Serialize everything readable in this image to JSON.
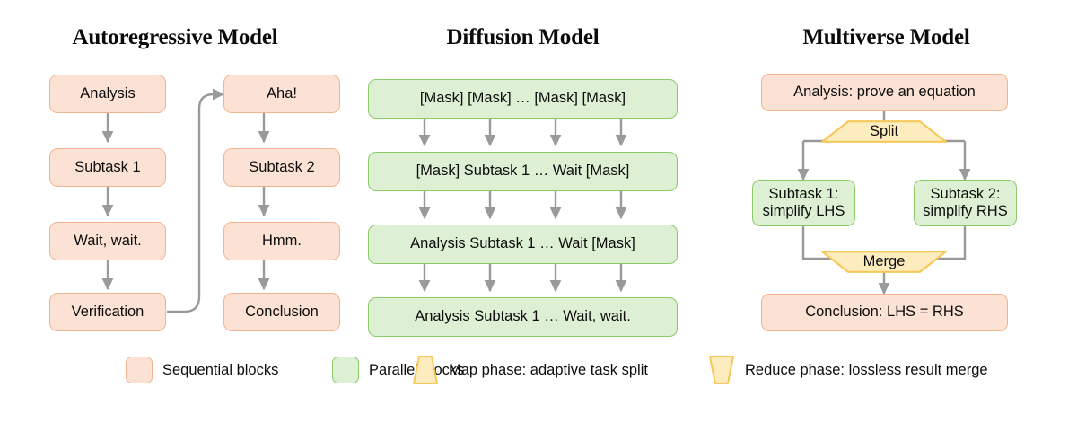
{
  "panels": [
    {
      "id": "autoregressive",
      "title": "Autoregressive Model",
      "left_chain": [
        {
          "label": "Analysis",
          "kind": "sequential"
        },
        {
          "label": "Subtask 1",
          "kind": "sequential"
        },
        {
          "label": "Wait, wait.",
          "kind": "sequential"
        },
        {
          "label": "Verification",
          "kind": "sequential"
        }
      ],
      "right_chain": [
        {
          "label": "Aha!",
          "kind": "sequential"
        },
        {
          "label": "Subtask 2",
          "kind": "sequential"
        },
        {
          "label": "Hmm.",
          "kind": "sequential"
        },
        {
          "label": "Conclusion",
          "kind": "sequential"
        }
      ]
    },
    {
      "id": "diffusion",
      "title": "Diffusion Model",
      "steps": [
        {
          "label": "[Mask]  [Mask] … [Mask]  [Mask]",
          "kind": "parallel"
        },
        {
          "label": "[Mask] Subtask 1 … Wait [Mask]",
          "kind": "parallel"
        },
        {
          "label": "Analysis Subtask 1 … Wait [Mask]",
          "kind": "parallel"
        },
        {
          "label": "Analysis Subtask 1 … Wait, wait.",
          "kind": "parallel"
        }
      ]
    },
    {
      "id": "multiverse",
      "title": "Multiverse Model",
      "root": {
        "label": "Analysis: prove an equation",
        "kind": "sequential"
      },
      "split": {
        "label": "Split",
        "kind": "map"
      },
      "branches": [
        {
          "label": "Subtask 1:\nsimplify LHS",
          "line1": "Subtask 1:",
          "line2": "simplify LHS",
          "kind": "parallel"
        },
        {
          "label": "Subtask 2:\nsimplify RHS",
          "line1": "Subtask 2:",
          "line2": "simplify RHS",
          "kind": "parallel"
        }
      ],
      "merge": {
        "label": "Merge",
        "kind": "reduce"
      },
      "result": {
        "label": "Conclusion: LHS = RHS",
        "kind": "sequential"
      }
    }
  ],
  "legend": [
    {
      "shape": "rounded-rect",
      "fill": "#FBE2D5",
      "stroke": "#F2B48C",
      "label": "Sequential blocks"
    },
    {
      "shape": "rounded-rect",
      "fill": "#DDF0D4",
      "stroke": "#8CC96A",
      "label": "Parallel blocks"
    },
    {
      "shape": "trapezoid-up",
      "fill": "#FDEDBE",
      "stroke": "#F6C85A",
      "label": "Map phase: adaptive task split"
    },
    {
      "shape": "trapezoid-down",
      "fill": "#FDEDBE",
      "stroke": "#F6C85A",
      "label": "Reduce phase: lossless result merge"
    }
  ],
  "colors": {
    "sequential_fill": "#FBE2D5",
    "sequential_stroke": "#F2B48C",
    "parallel_fill": "#DDF0D4",
    "parallel_stroke": "#8CC96A",
    "phase_fill": "#FDEDBE",
    "phase_stroke": "#F6C85A",
    "arrow": "#9a9a9a",
    "text": "#0d0d0d",
    "background": "#ffffff"
  }
}
